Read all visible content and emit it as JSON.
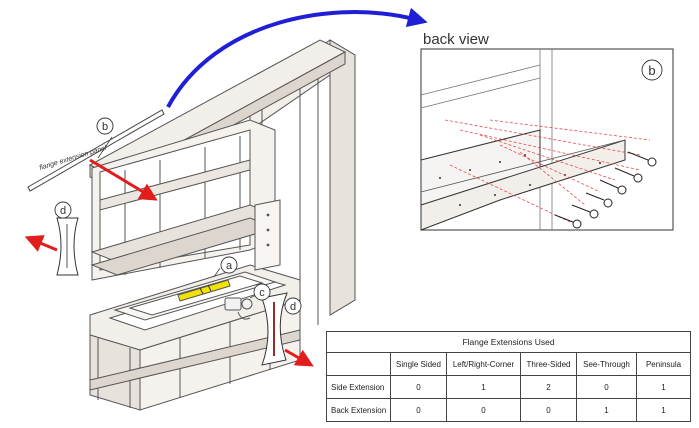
{
  "inset": {
    "title": "back view",
    "callout": "b"
  },
  "callouts": {
    "a": "a",
    "b": "b",
    "c": "c",
    "d_left": "d",
    "d_right": "d"
  },
  "panel_label": "flange extension panel",
  "colors": {
    "frame_stroke": "#555555",
    "frame_fill": "#f2eeea",
    "arrow_red": "#e31c1c",
    "arrow_blue": "#1f1fd6",
    "level_yellow": "#f2e200",
    "dash_red": "#e84a4a"
  },
  "table": {
    "title": "Flange Extensions Used",
    "columns": [
      "Single Sided",
      "Left/Right-Corner",
      "Three-Sided",
      "See-Through",
      "Peninsula"
    ],
    "rows": [
      {
        "label": "Side Extension",
        "values": [
          "0",
          "1",
          "2",
          "0",
          "1"
        ]
      },
      {
        "label": "Back Extension",
        "values": [
          "0",
          "0",
          "0",
          "1",
          "1"
        ]
      }
    ]
  }
}
